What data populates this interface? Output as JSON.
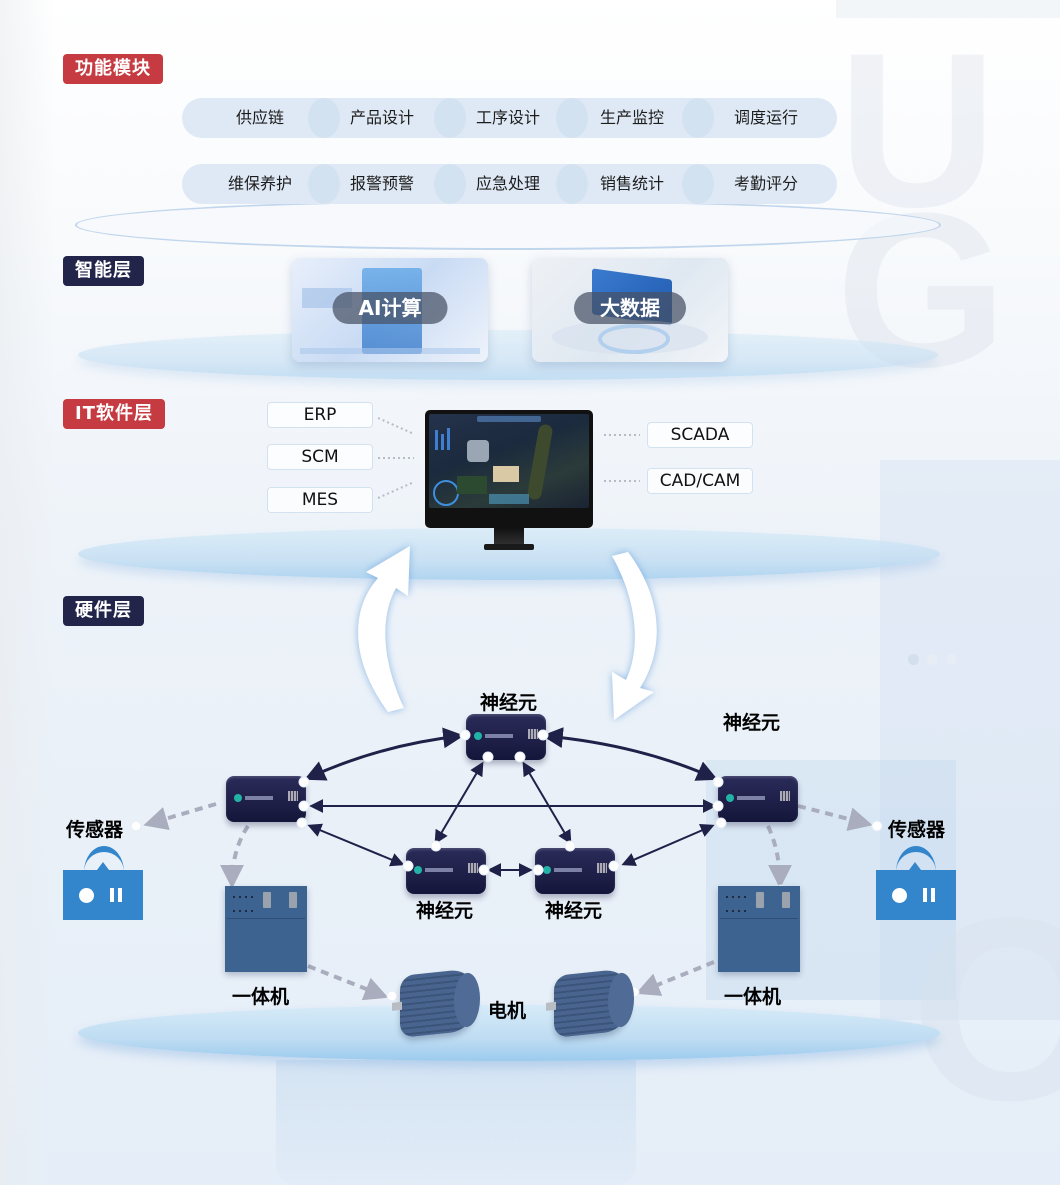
{
  "sections": {
    "function": "功能模块",
    "intelligence": "智能层",
    "it_software": "IT软件层",
    "hardware": "硬件层"
  },
  "function_modules": {
    "row1": [
      "供应链",
      "产品设计",
      "工序设计",
      "生产监控",
      "调度运行"
    ],
    "row2": [
      "维保养护",
      "报警预警",
      "应急处理",
      "销售统计",
      "考勤评分"
    ]
  },
  "intelligence_cards": [
    "AI计算",
    "大数据"
  ],
  "it_software": {
    "left": [
      "ERP",
      "SCM",
      "MES"
    ],
    "right": [
      "SCADA",
      "CAD/CAM"
    ]
  },
  "hardware": {
    "neuron_label": "神经元",
    "sensor_label": "传感器",
    "integrated_label": "一体机",
    "motor_label": "电机"
  },
  "colors": {
    "badge_red": "#c63b41",
    "badge_navy": "#22244a",
    "pill_bg": "#dfe9f5",
    "neuron_navy": "#1f2050",
    "sensor_blue": "#3386cc",
    "cabinet_blue": "#3d6390",
    "arrow_navy": "#1f2148",
    "dashed_gray": "#a9adbd"
  }
}
